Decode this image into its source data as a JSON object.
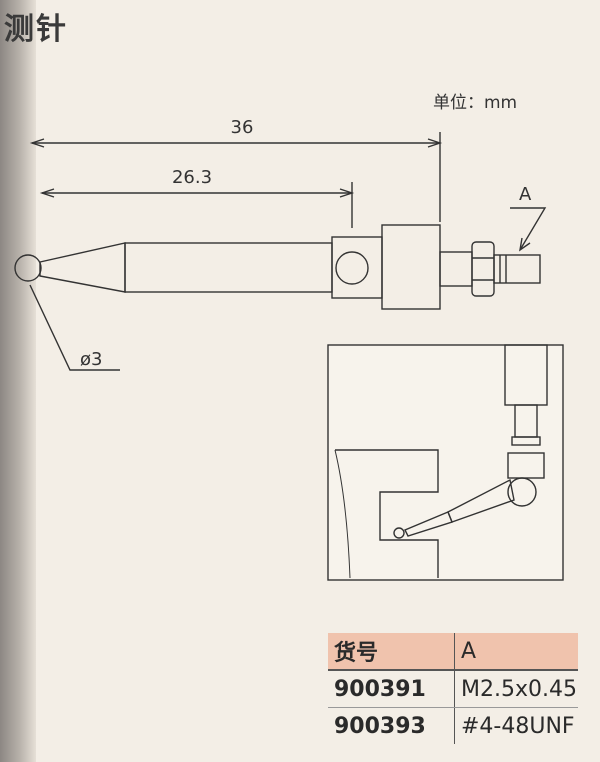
{
  "header": {
    "title": "测针"
  },
  "unit": "单位：mm",
  "dimensions": {
    "overall_length": "36",
    "partial_length": "26.3",
    "ball_diameter": "ø3",
    "thread_callout": "A"
  },
  "table": {
    "headers": [
      "货号",
      "A"
    ],
    "rows": [
      {
        "part_no": "900391",
        "thread": "M2.5x0.45"
      },
      {
        "part_no": "900393",
        "thread": "#4-48UNF"
      }
    ]
  },
  "colors": {
    "page_background": "#f3eee6",
    "table_header": "#f0c3ad",
    "line": "#333333"
  }
}
